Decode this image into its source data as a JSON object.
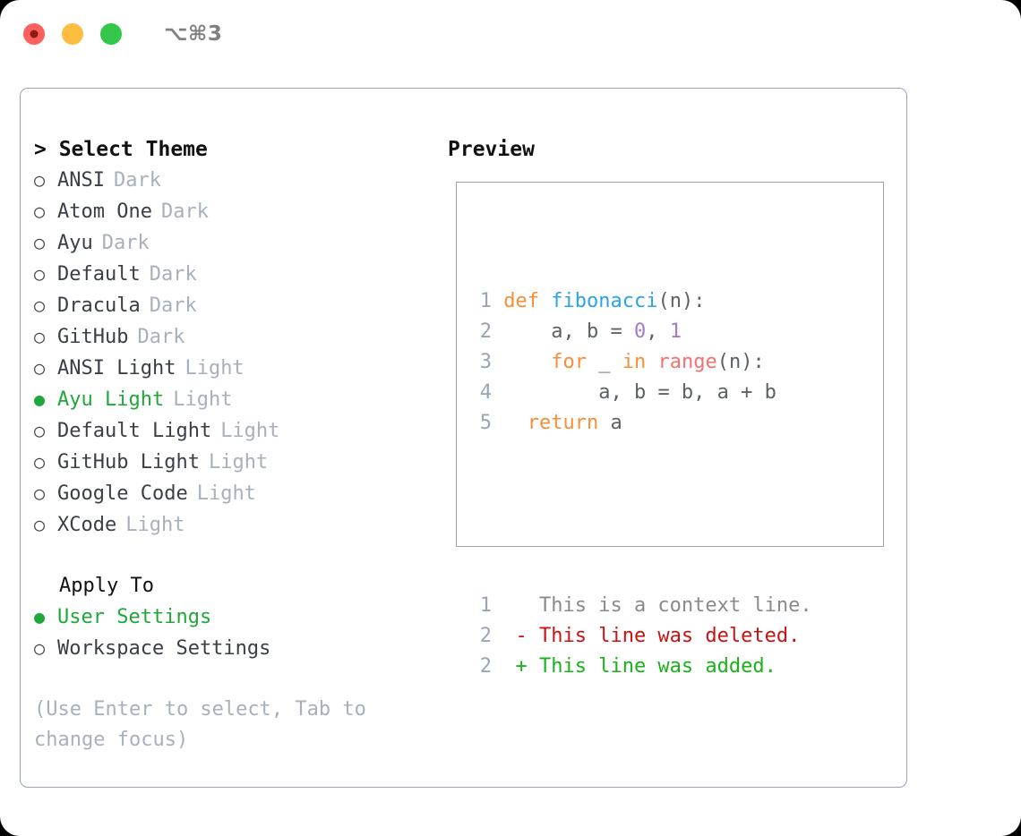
{
  "titlebar": {
    "shortcut": "⌥⌘3",
    "buttons": [
      "close",
      "minimize",
      "maximize"
    ]
  },
  "left": {
    "heading": "> Select Theme",
    "themes": [
      {
        "marker": "○",
        "name": "ANSI",
        "tag": "Dark",
        "selected": false
      },
      {
        "marker": "○",
        "name": "Atom One",
        "tag": "Dark",
        "selected": false
      },
      {
        "marker": "○",
        "name": "Ayu",
        "tag": "Dark",
        "selected": false
      },
      {
        "marker": "○",
        "name": "Default",
        "tag": "Dark",
        "selected": false
      },
      {
        "marker": "○",
        "name": "Dracula",
        "tag": "Dark",
        "selected": false
      },
      {
        "marker": "○",
        "name": "GitHub",
        "tag": "Dark",
        "selected": false
      },
      {
        "marker": "○",
        "name": "ANSI Light",
        "tag": "Light",
        "selected": false
      },
      {
        "marker": "●",
        "name": "Ayu Light",
        "tag": "Light",
        "selected": true
      },
      {
        "marker": "○",
        "name": "Default Light",
        "tag": "Light",
        "selected": false
      },
      {
        "marker": "○",
        "name": "GitHub Light",
        "tag": "Light",
        "selected": false
      },
      {
        "marker": "○",
        "name": "Google Code",
        "tag": "Light",
        "selected": false
      },
      {
        "marker": "○",
        "name": "XCode",
        "tag": "Light",
        "selected": false
      }
    ],
    "apply_to": {
      "heading": "Apply To",
      "options": [
        {
          "marker": "●",
          "name": "User Settings",
          "selected": true
        },
        {
          "marker": "○",
          "name": "Workspace Settings",
          "selected": false
        }
      ]
    },
    "hint": "(Use Enter to select, Tab to change focus)"
  },
  "right": {
    "heading": "Preview",
    "code": {
      "lines": [
        {
          "num": "1",
          "indent": "",
          "tokens": [
            {
              "t": "def ",
              "c": "tok-kw"
            },
            {
              "t": "fibonacci",
              "c": "tok-fn"
            },
            {
              "t": "(n):",
              "c": "tok-pln"
            }
          ]
        },
        {
          "num": "2",
          "indent": "    ",
          "tokens": [
            {
              "t": "a, b = ",
              "c": "tok-pln"
            },
            {
              "t": "0",
              "c": "tok-num"
            },
            {
              "t": ", ",
              "c": "tok-pln"
            },
            {
              "t": "1",
              "c": "tok-num"
            }
          ]
        },
        {
          "num": "3",
          "indent": "    ",
          "tokens": [
            {
              "t": "for ",
              "c": "tok-kw"
            },
            {
              "t": "_ ",
              "c": "tok-pln"
            },
            {
              "t": "in ",
              "c": "tok-kw"
            },
            {
              "t": "range",
              "c": "tok-call"
            },
            {
              "t": "(n):",
              "c": "tok-pln"
            }
          ]
        },
        {
          "num": "4",
          "indent": "        ",
          "tokens": [
            {
              "t": "a, b = b, a + b",
              "c": "tok-pln"
            }
          ]
        },
        {
          "num": "5",
          "indent": "  ",
          "tokens": [
            {
              "t": "return ",
              "c": "tok-kw"
            },
            {
              "t": "a",
              "c": "tok-pln"
            }
          ]
        }
      ]
    },
    "diff": {
      "lines": [
        {
          "num": "1",
          "sign": "  ",
          "text": "This is a context line.",
          "cls": "diff-ctx"
        },
        {
          "num": "2",
          "sign": "- ",
          "text": "This line was deleted.",
          "cls": "diff-del"
        },
        {
          "num": "2",
          "sign": "+ ",
          "text": "This line was added.",
          "cls": "diff-add"
        }
      ]
    }
  },
  "colors": {
    "accent_green": "#1fa83a",
    "muted": "#a8b0bd",
    "border": "#9aa4b5",
    "keyword": "#f98e38",
    "function": "#2aa3e8",
    "number": "#a37acc",
    "call": "#f76f6f",
    "diff_add": "#18b318",
    "diff_del": "#cc1111"
  }
}
